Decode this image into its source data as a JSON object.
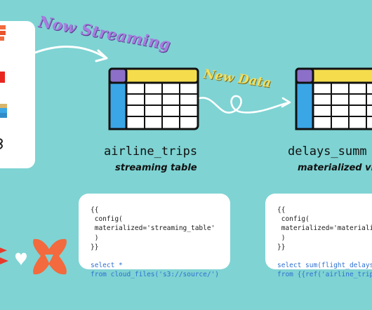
{
  "annotations": {
    "now_streaming": "Now Streaming",
    "new_data": "New Data"
  },
  "tables": [
    {
      "name": "airline_trips",
      "type": "streaming table"
    },
    {
      "name": "delays_summ",
      "type": "materialized vi"
    }
  ],
  "code_blocks": [
    {
      "lines": [
        "{{",
        " config(",
        " materialized='streaming_table'",
        " )",
        "}}",
        "",
        "select *",
        "from cloud_files('s3://source/')"
      ]
    },
    {
      "lines": [
        "{{",
        " config(",
        " materialized='materiali",
        " )",
        "}}",
        "",
        "select sum(flight_delays",
        "from {{ref('airline_trip"
      ]
    }
  ],
  "colors": {
    "background": "#7fd3d3",
    "table_header": "#f5dc4c",
    "table_side": "#3aa6e6",
    "table_corner": "#8b6fc8",
    "arrow": "#ffffff",
    "logo_orange": "#f26a3d",
    "logo_red": "#e83b2c"
  },
  "icons": [
    "databricks-icon",
    "kafka-icon",
    "delta-icon",
    "heart-icon",
    "dbt-logo-icon"
  ]
}
